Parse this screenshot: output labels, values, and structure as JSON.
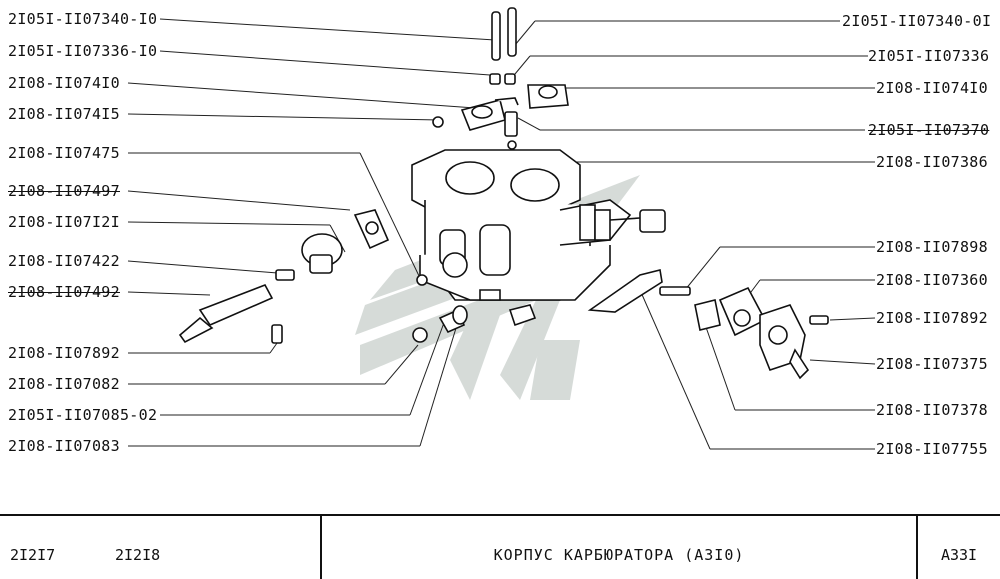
{
  "labels_left": [
    {
      "text": "2I05I-II07340-I0",
      "struck": false
    },
    {
      "text": "2I05I-II07336-I0",
      "struck": false
    },
    {
      "text": "2I08-II074I0",
      "struck": false
    },
    {
      "text": "2I08-II074I5",
      "struck": false
    },
    {
      "text": "2I08-II07475",
      "struck": false
    },
    {
      "text": "2I08-II07497",
      "struck": true
    },
    {
      "text": "2I08-II07I2I",
      "struck": false
    },
    {
      "text": "2I08-II07422",
      "struck": false
    },
    {
      "text": "2I08-II07492",
      "struck": true
    },
    {
      "text": "2I08-II07892",
      "struck": false
    },
    {
      "text": "2I08-II07082",
      "struck": false
    },
    {
      "text": "2I05I-II07085-02",
      "struck": false
    },
    {
      "text": "2I08-II07083",
      "struck": false
    }
  ],
  "labels_right": [
    {
      "text": "2I05I-II07340-0I",
      "struck": false
    },
    {
      "text": "2I05I-II07336",
      "struck": false
    },
    {
      "text": "2I08-II074I0",
      "struck": false
    },
    {
      "text": "2I05I-II07370",
      "struck": true
    },
    {
      "text": "2I08-II07386",
      "struck": false
    },
    {
      "text": "2I08-II07898",
      "struck": false
    },
    {
      "text": "2I08-II07360",
      "struck": false
    },
    {
      "text": "2I08-II07892",
      "struck": false
    },
    {
      "text": "2I08-II07375",
      "struck": false
    },
    {
      "text": "2I08-II07378",
      "struck": false
    },
    {
      "text": "2I08-II07755",
      "struck": false
    }
  ],
  "footer": {
    "model_a": "2I2I7",
    "model_b": "2I2I8",
    "title": "КОРПУС  КАРБЮРАТОРА (А3I0)",
    "sheet": "А33I"
  }
}
